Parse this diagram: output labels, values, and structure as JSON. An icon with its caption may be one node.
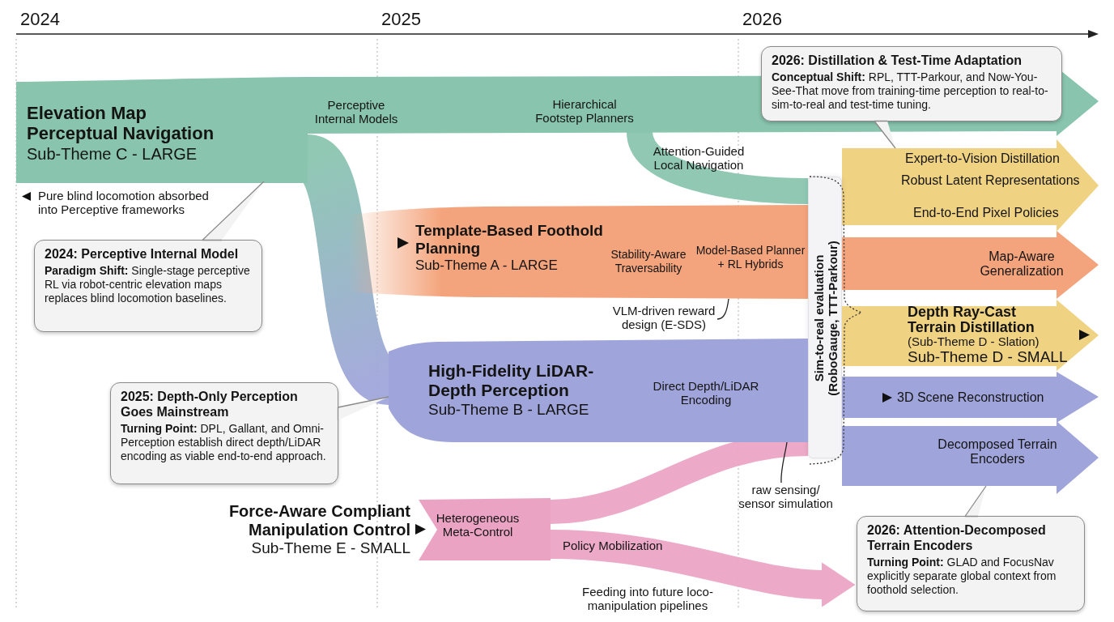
{
  "diagram": {
    "nodes": [
      {
        "text": [
          "Elevation Map Perceptual Navigation",
          "Sub-Theme C - LARGE"
        ]
      },
      {
        "text": [
          "Perceptive Internal Models",
          "Hierarchical Footstep Planners"
        ]
      },
      {
        "text": [
          "2026: Distillation & Test-Time Adaptation",
          "**Conceptual Shift:** RPL, TTT-Parkour, and Now-You-See-That move from training-time perception to real-to-sim-to-real and test-time tuning."
        ]
      },
      {
        "text": [
          "Expert-to-Vision Distillation",
          "Robust Latent Representations",
          "End-to-End Pixel Policies"
        ]
      },
      {
        "text": [
          "2024: Perceptive Internal Model",
          "**Paradigm Shift:** Single-stage perceptive RL via robot-centric elevation maps replaces blind locomotion baselines."
        ]
      },
      {
        "text": [
          "Template-Based Foothold Planning",
          "Sub-Theme A - LARGE",
          "Stability-Aware Traversability",
          "Model-Based Planner + RL Hybrids"
        ]
      },
      {
        "text": [
          "Sim-to-real evaluation (RoboGauge, TTT-Parkour)"
        ]
      },
      {
        "text": [
          "Map-Aware Generalization"
        ]
      },
      {
        "text": [
          "VLM-driven reward design (E-SDS)"
        ]
      },
      {
        "text": [
          "Depth Ray-Cast Terrain Distillation",
          "(Sub-Theme D - Slation)",
          "Sub-Theme D - SMALL"
        ]
      },
      {
        "text": [
          "High-Fidelity LiDAR-Depth Perception",
          "Sub-Theme B - LARGE",
          "Direct Depth/LiDAR Encoding"
        ]
      },
      {
        "text": [
          "3D Scene Reconstruction"
        ]
      },
      {
        "text": [
          "2025: Depth-Only Perception Goes Mainstream",
          "**Turning Point:** DPL, Gallant, and Omni-Perception establish direct depth/LiDAR encoding as viable end-to-end approach."
        ]
      },
      {
        "text": [
          "Decomposed Terrain Encoders"
        ]
      },
      {
        "text": [
          "raw sensing/ sensor simulation"
        ]
      },
      {
        "text": [
          "Force-Aware Compliant Manipulation Control",
          "Sub-Theme E - SMALL",
          "Heterogeneous Meta-Control"
        ]
      },
      {
        "text": [
          "2026: Attention-Decomposed Terrain Encoders",
          "**Turning Point:** GLAD and FocusNav explicitly separate global context from foothold selection."
        ]
      }
    ],
    "edges": [
      {
        "from": 0,
        "to": 10,
        "arrow": "none",
        "style": "thick",
        "color": "#88c4ae"
      },
      {
        "from": 1,
        "to": 6,
        "arrow": "none",
        "label": "Attention-Guided Local Navigation",
        "style": "thick",
        "color": "#88c4ae"
      },
      {
        "from": 2,
        "to": 3,
        "arrow": "to",
        "color": "#8a8a8a"
      },
      {
        "from": 4,
        "to": 0,
        "arrow": "to",
        "color": "#8a8a8a"
      },
      {
        "from": 8,
        "to": 5,
        "arrow": "none",
        "color": "#222222"
      },
      {
        "from": 12,
        "to": 10,
        "arrow": "to",
        "color": "#8a8a8a"
      },
      {
        "from": 15,
        "to": 6,
        "arrow": "none",
        "style": "thick",
        "color": "#eba3c4"
      },
      {
        "from": 15,
        "to": 16,
        "arrow": "to",
        "label": "Policy Mobilization",
        "style": "thick",
        "color": "#eba3c4"
      },
      {
        "from": 14,
        "to": 10,
        "arrow": "none",
        "color": "#222222"
      },
      {
        "from": 16,
        "to": 13,
        "arrow": "to",
        "color": "#8a8a8a"
      }
    ],
    "labels": [
      "2024",
      "2025",
      "2026",
      "Pure blind locomotion absorbed into Perceptive frameworks",
      "Feeding into future loco-manipulation pipelines"
    ]
  }
}
